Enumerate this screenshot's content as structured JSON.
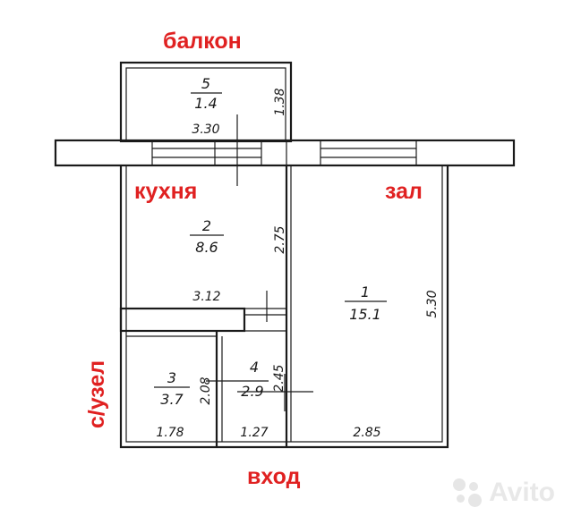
{
  "labels": {
    "balcony": "балкон",
    "kitchen": "кухня",
    "hall": "зал",
    "bathroom": "с/узел",
    "entrance": "вход"
  },
  "rooms": [
    {
      "id": "5",
      "area": "1.4"
    },
    {
      "id": "2",
      "area": "8.6"
    },
    {
      "id": "1",
      "area": "15.1"
    },
    {
      "id": "3",
      "area": "3.7"
    },
    {
      "id": "4",
      "area": "2.9"
    }
  ],
  "dimensions": {
    "balcony_width": "3.30",
    "balcony_depth": "1.38",
    "kitchen_height": "2.75",
    "kitchen_width": "3.12",
    "hall_height": "5.30",
    "bath_height": "2.08",
    "corridor_height": "2.45",
    "bath_width": "1.78",
    "corridor_width": "1.27",
    "hall_width": "2.85"
  },
  "watermark": "Avito"
}
